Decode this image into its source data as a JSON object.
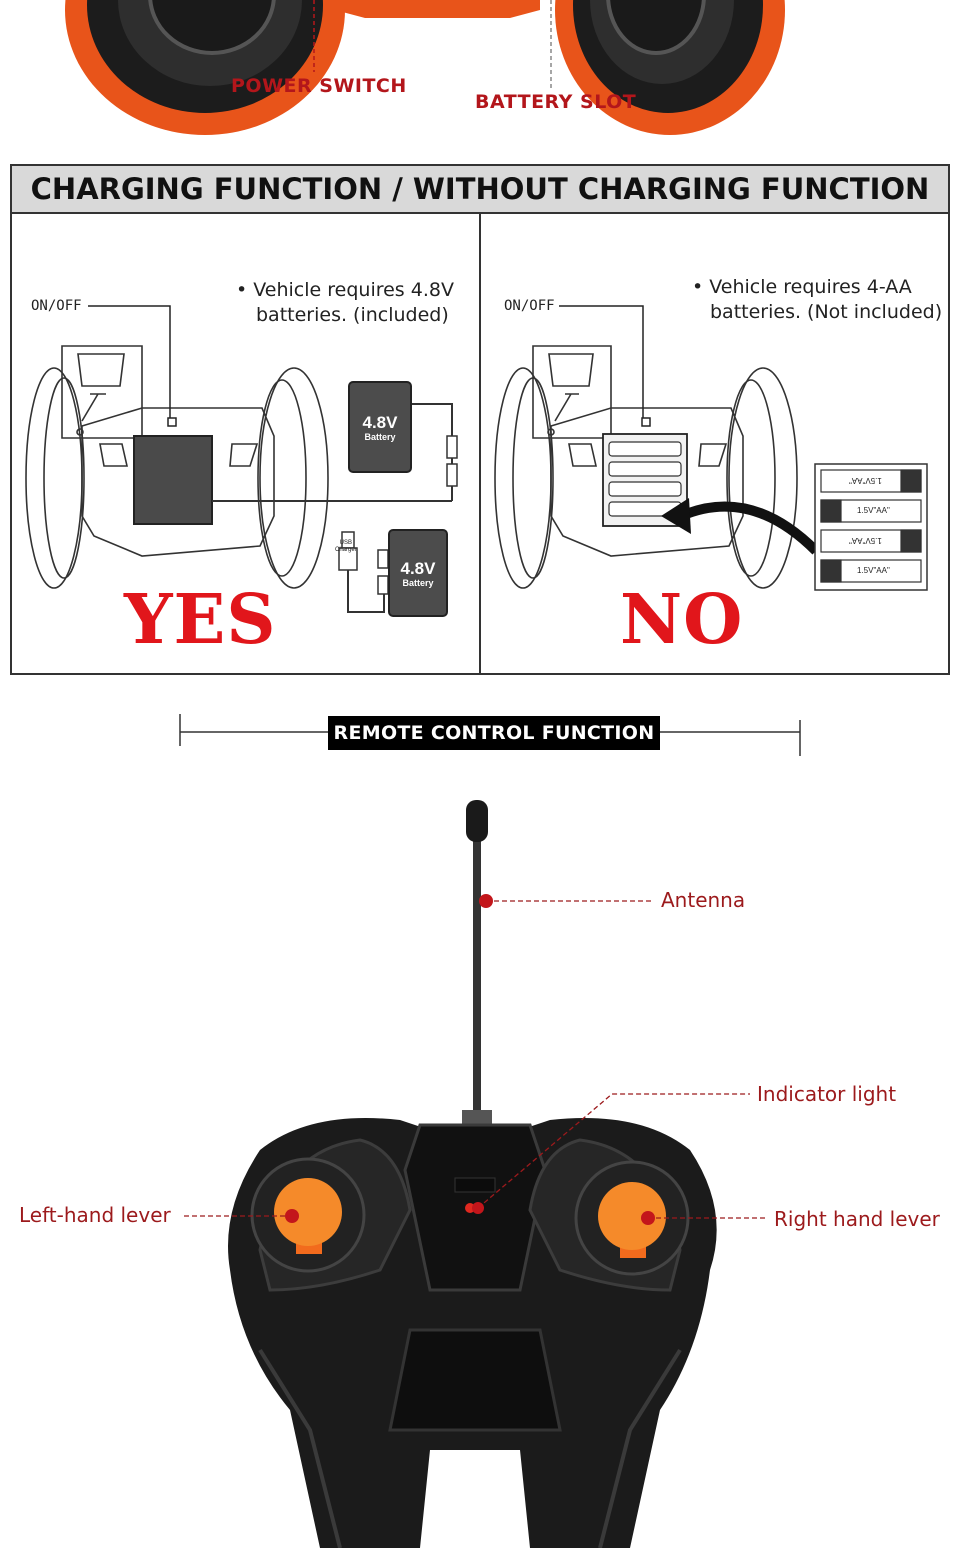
{
  "top_labels": {
    "power_switch": "POWER SWITCH",
    "battery_slot": "BATTERY SLOT"
  },
  "charging_section": {
    "title": "CHARGING FUNCTION / WITHOUT CHARGING FUNCTION",
    "left": {
      "on_off": "ON/OFF",
      "note_line1": "Vehicle requires 4.8V",
      "note_line2": "batteries. (included)",
      "battery_voltage": "4.8V",
      "battery_word": "Battery",
      "usb_label": "USB",
      "charger_label": "Charger",
      "verdict": "YES"
    },
    "right": {
      "on_off": "ON/OFF",
      "note_line1": "Vehicle requires 4-AA",
      "note_line2": "batteries. (Not included)",
      "cell_label": "1.5V\"AA\"",
      "verdict": "NO"
    }
  },
  "remote_section": {
    "title": "REMOTE CONTROL FUNCTION",
    "callouts": {
      "antenna": "Antenna",
      "indicator": "Indicator light",
      "left_lever": "Left-hand lever",
      "right_lever": "Right hand lever"
    }
  },
  "colors": {
    "accent_orange": "#f26b1d",
    "label_red": "#b3161b",
    "verdict_red": "#e1161b",
    "panel_gray": "#d9d9d9"
  }
}
